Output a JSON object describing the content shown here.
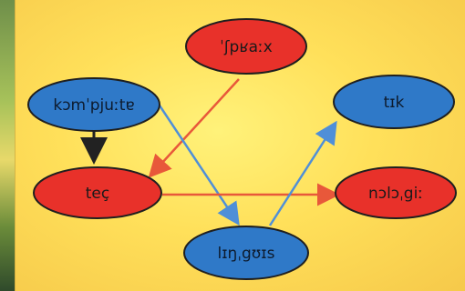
{
  "diagram": {
    "nodes": [
      {
        "id": "shpra",
        "label": "ˈʃpʁaːx",
        "color": "#e8312a"
      },
      {
        "id": "kompjuter",
        "label": "kɔmˈpjuːtɐ",
        "color": "#2f79c8"
      },
      {
        "id": "tik",
        "label": "tɪk",
        "color": "#2f79c8"
      },
      {
        "id": "tec",
        "label": "teç",
        "color": "#e8312a"
      },
      {
        "id": "nologi",
        "label": "nɔlɔˌgiː",
        "color": "#e8312a"
      },
      {
        "id": "linguis",
        "label": "lɪŋˌgʊɪs",
        "color": "#2f79c8"
      }
    ],
    "edges": [
      {
        "from": "shpra",
        "to": "tec",
        "color": "#e8583a"
      },
      {
        "from": "kompjuter",
        "to": "tec",
        "color": "#222222"
      },
      {
        "from": "kompjuter",
        "to": "linguis",
        "color": "#4f8fd8"
      },
      {
        "from": "tec",
        "to": "nologi",
        "color": "#e8583a"
      },
      {
        "from": "linguis",
        "to": "tik",
        "color": "#4f8fd8"
      }
    ]
  }
}
